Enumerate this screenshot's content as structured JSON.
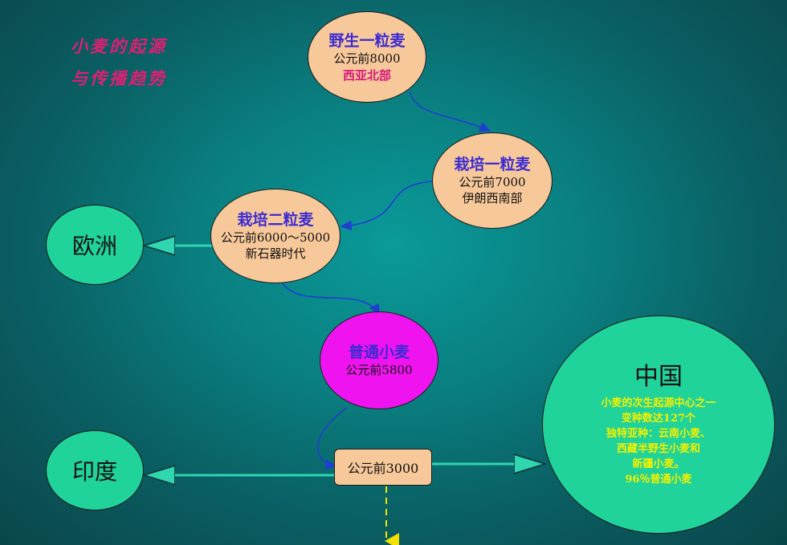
{
  "title": {
    "line1": "小麦的起源",
    "line2": "与传播趋势"
  },
  "nodes": {
    "yeshen": {
      "name": "野生一粒麦",
      "time": "公元前8000",
      "place": "西亚北部"
    },
    "zaipei1": {
      "name": "栽培一粒麦",
      "time": "公元前7000",
      "place": "伊朗西南部"
    },
    "zaipei2": {
      "name": "栽培二粒麦",
      "time": "公元前6000～5000",
      "era": "新石器时代"
    },
    "common": {
      "name": "普通小麦",
      "time": "公元前5800"
    },
    "bc3000": {
      "time": "公元前3000"
    },
    "europe": {
      "name": "欧洲"
    },
    "india": {
      "name": "印度"
    },
    "china": {
      "name": "中国",
      "lines": [
        "小麦的次生起源中心之一",
        "变种数达127个",
        "独特亚种：云南小麦、",
        "西藏半野生小麦和",
        "新疆小麦。",
        "96％普通小麦"
      ]
    }
  },
  "colors": {
    "peach": "#f7c89a",
    "green": "#1fd39a",
    "magenta": "#ef14ef",
    "title": "#e11e73",
    "blue_text": "#3b2bd2",
    "yellow_text": "#f4f000",
    "arrow_blue": "#1f3fd0"
  }
}
